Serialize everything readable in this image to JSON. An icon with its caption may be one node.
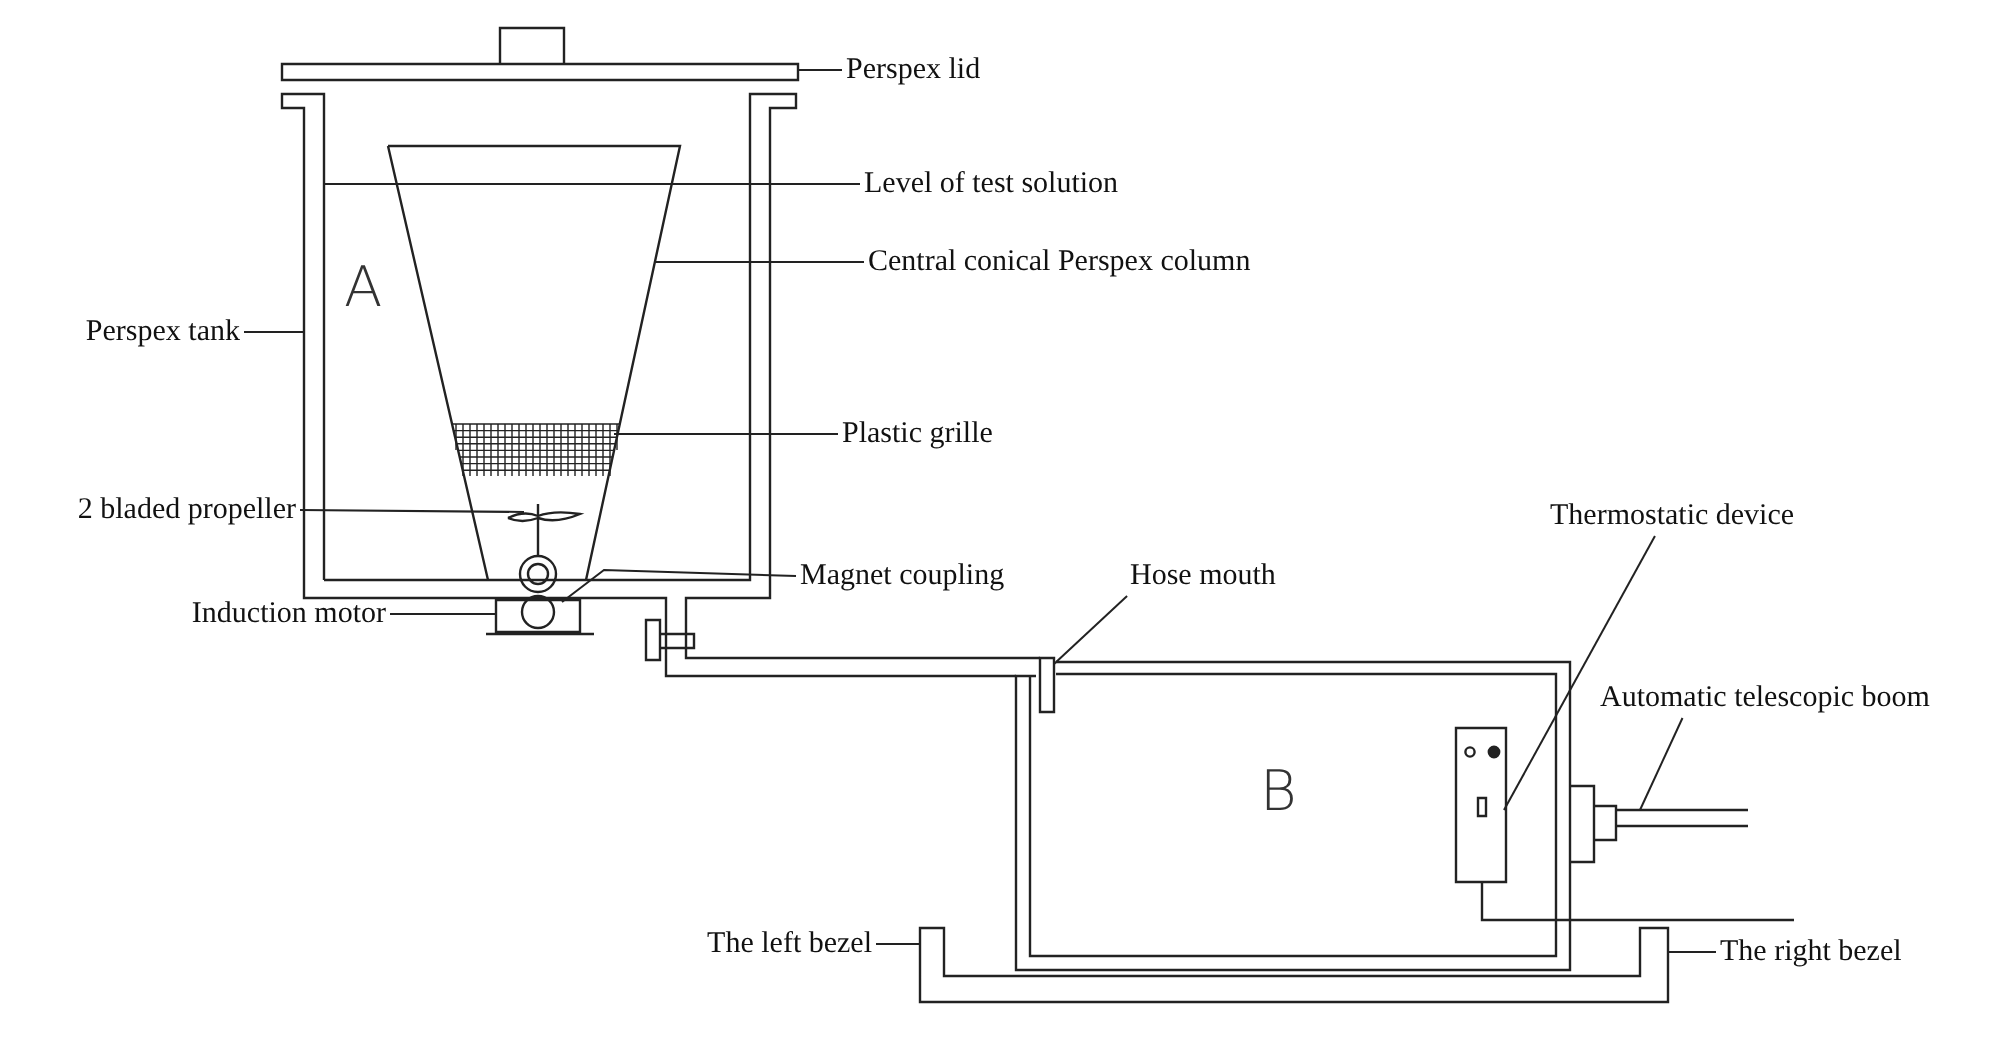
{
  "diagram": {
    "nodes": [
      {
        "text": [
          "Perspex lid"
        ]
      },
      {
        "text": [
          "Level of test solution"
        ]
      },
      {
        "text": [
          "Central conical Perspex column"
        ]
      },
      {
        "text": [
          "Perspex tank"
        ]
      },
      {
        "text": [
          "Plastic grille"
        ]
      },
      {
        "text": [
          "2 bladed propeller"
        ]
      },
      {
        "text": [
          "Magnet coupling"
        ]
      },
      {
        "text": [
          "Induction motor"
        ]
      },
      {
        "text": [
          "Hose mouth"
        ]
      },
      {
        "text": [
          "Thermostatic device"
        ]
      },
      {
        "text": [
          "Automatic telescopic boom"
        ]
      },
      {
        "text": [
          "The left bezel"
        ]
      },
      {
        "text": [
          "The right bezel"
        ]
      }
    ],
    "edges": [
      {
        "from": 0,
        "to": null,
        "arrow": "none"
      },
      {
        "from": 1,
        "to": null,
        "arrow": "none"
      },
      {
        "from": 2,
        "to": null,
        "arrow": "none"
      },
      {
        "from": 3,
        "to": null,
        "arrow": "none"
      },
      {
        "from": 4,
        "to": null,
        "arrow": "none"
      },
      {
        "from": 5,
        "to": null,
        "arrow": "none"
      },
      {
        "from": 6,
        "to": null,
        "arrow": "none"
      },
      {
        "from": 7,
        "to": null,
        "arrow": "none"
      },
      {
        "from": 8,
        "to": null,
        "arrow": "none"
      },
      {
        "from": 9,
        "to": null,
        "arrow": "none"
      },
      {
        "from": 10,
        "to": null,
        "arrow": "none"
      },
      {
        "from": 11,
        "to": null,
        "arrow": "none"
      },
      {
        "from": 12,
        "to": null,
        "arrow": "none"
      }
    ],
    "labels": [
      "A",
      "B"
    ]
  }
}
